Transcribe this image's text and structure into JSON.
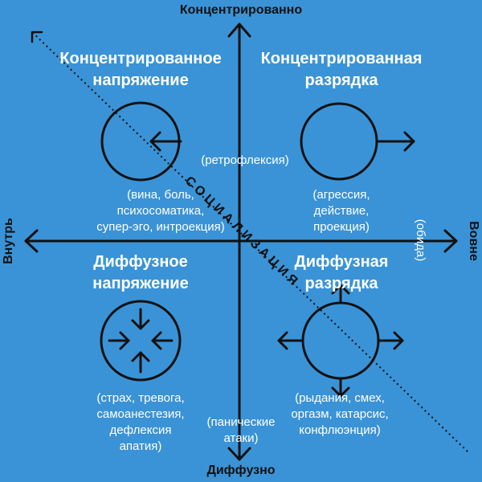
{
  "axes": {
    "top": "Концентрированно",
    "bottom": "Диффузно",
    "left": "Внутрь",
    "right": "Вовне"
  },
  "quadrants": {
    "top_left": {
      "title_line1": "Концентрированное",
      "title_line2": "напряжение",
      "notes": [
        "(вина, боль,",
        "психосоматика,",
        "супер-эго, интроекция)"
      ]
    },
    "top_right": {
      "title_line1": "Концентрированная",
      "title_line2": "разрядка",
      "notes": [
        "(агрессия,",
        "действие,",
        "проекция)"
      ]
    },
    "bottom_left": {
      "title_line1": "Диффузное",
      "title_line2": "напряжение",
      "notes": [
        "(страх, тревога,",
        "самоанестезия,",
        "дефлексия",
        "апатия)"
      ]
    },
    "bottom_right": {
      "title_line1": "Диффузная",
      "title_line2": "разрядка",
      "notes": [
        "(рыдания, смех,",
        "оргазм, катарсис,",
        "конфлюэнция)"
      ]
    }
  },
  "labels": {
    "retroflection": "(ретрофлексия)",
    "resentment": "(обида)",
    "panic_line1": "(панические",
    "panic_line2": "атаки)",
    "socialization": "СОЦИАЛИЗАЦИЯ"
  },
  "colors": {
    "background": "#3a93d6",
    "lines": "#111111",
    "text": "#ffffff"
  }
}
